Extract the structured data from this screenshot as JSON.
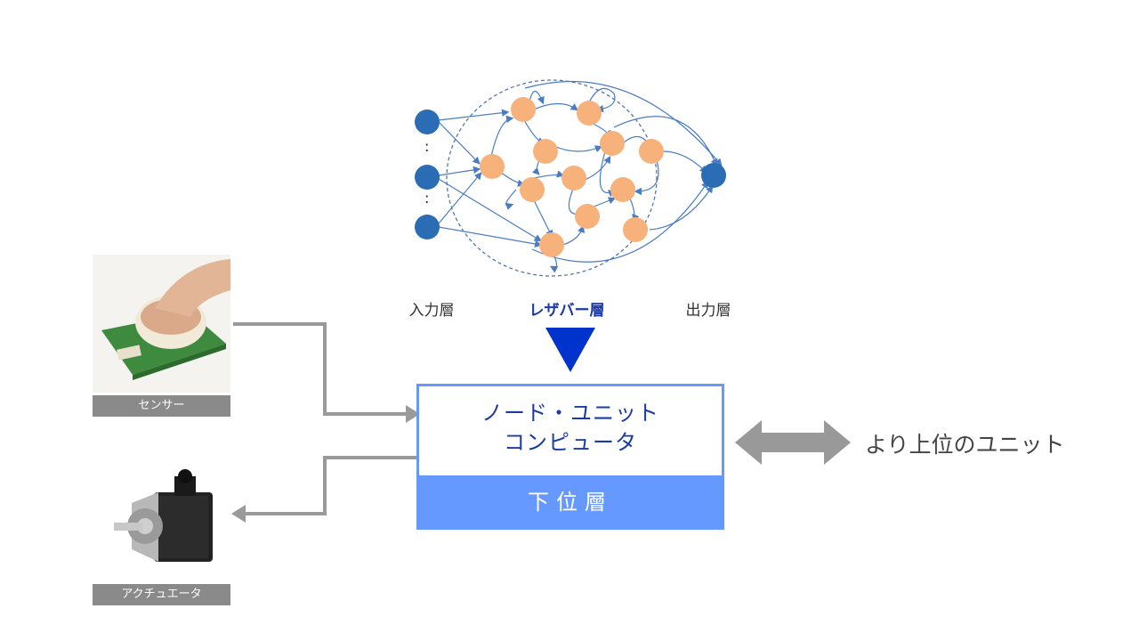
{
  "reservoir": {
    "input_label": "入力層",
    "reservoir_label": "レザバー層",
    "output_label": "出力層",
    "input_ellipsis": ":"
  },
  "sensor": {
    "caption": "センサー"
  },
  "actuator": {
    "caption": "アクチュエータ"
  },
  "node": {
    "title_line1": "ノード・ユニット",
    "title_line2": "コンピュータ",
    "layer": "下位層"
  },
  "upper": {
    "label": "より上位のユニット"
  },
  "colors": {
    "input_node": "#2a6db5",
    "reservoir_node": "#f7b27c",
    "edge": "#4a7cc4",
    "accent_blue": "#0033cc",
    "box_blue": "#6699ff",
    "connector_gray": "#9a9a9a"
  }
}
